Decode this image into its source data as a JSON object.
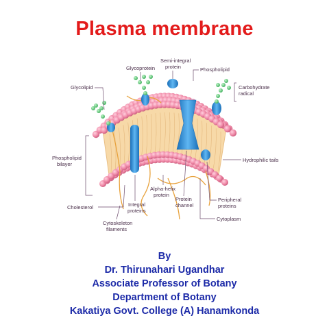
{
  "title": "Plasma membrane",
  "labels": {
    "glycolipid": "Glycolipid",
    "glycoprotein": "Glycoprotein",
    "semi_integral_protein": [
      "Semi-integral",
      "protein"
    ],
    "phospholipid": "Phospholipid",
    "carbohydrate_radical": [
      "Carbohydrate",
      "radical"
    ],
    "phospholipid_bilayer": [
      "Phospholipid",
      "bilayer"
    ],
    "hydrophilic_tails": "Hydrophilic tails",
    "alpha_helix_protein": [
      "Alpha-helix",
      "protein"
    ],
    "cholesterol": "Cholesterol",
    "integral_proteins": [
      "Integral",
      "proteins"
    ],
    "protein_channel": [
      "Protein",
      "channel"
    ],
    "peripheral_proteins": [
      "Peripheral",
      "proteins"
    ],
    "cytoskeleton_filaments": [
      "Cytoskeleton",
      "filaments"
    ],
    "cytoplasm": "Cytoplasm"
  },
  "credits": {
    "by": "By",
    "author": "Dr. Thirunahari Ugandhar",
    "position": "Associate Professor of  Botany",
    "department": "Department of Botany",
    "college": "Kakatiya Govt. College (A)  Hanamkonda"
  },
  "colors": {
    "title": "#e31b1b",
    "credits": "#1c2aa8",
    "phospholipid_head": "#f08aa8",
    "lipid_core": "#f7d9a8",
    "protein": "#2f8fd6",
    "carbohydrate": "#5fcf7a",
    "filament": "#e8a23c"
  }
}
